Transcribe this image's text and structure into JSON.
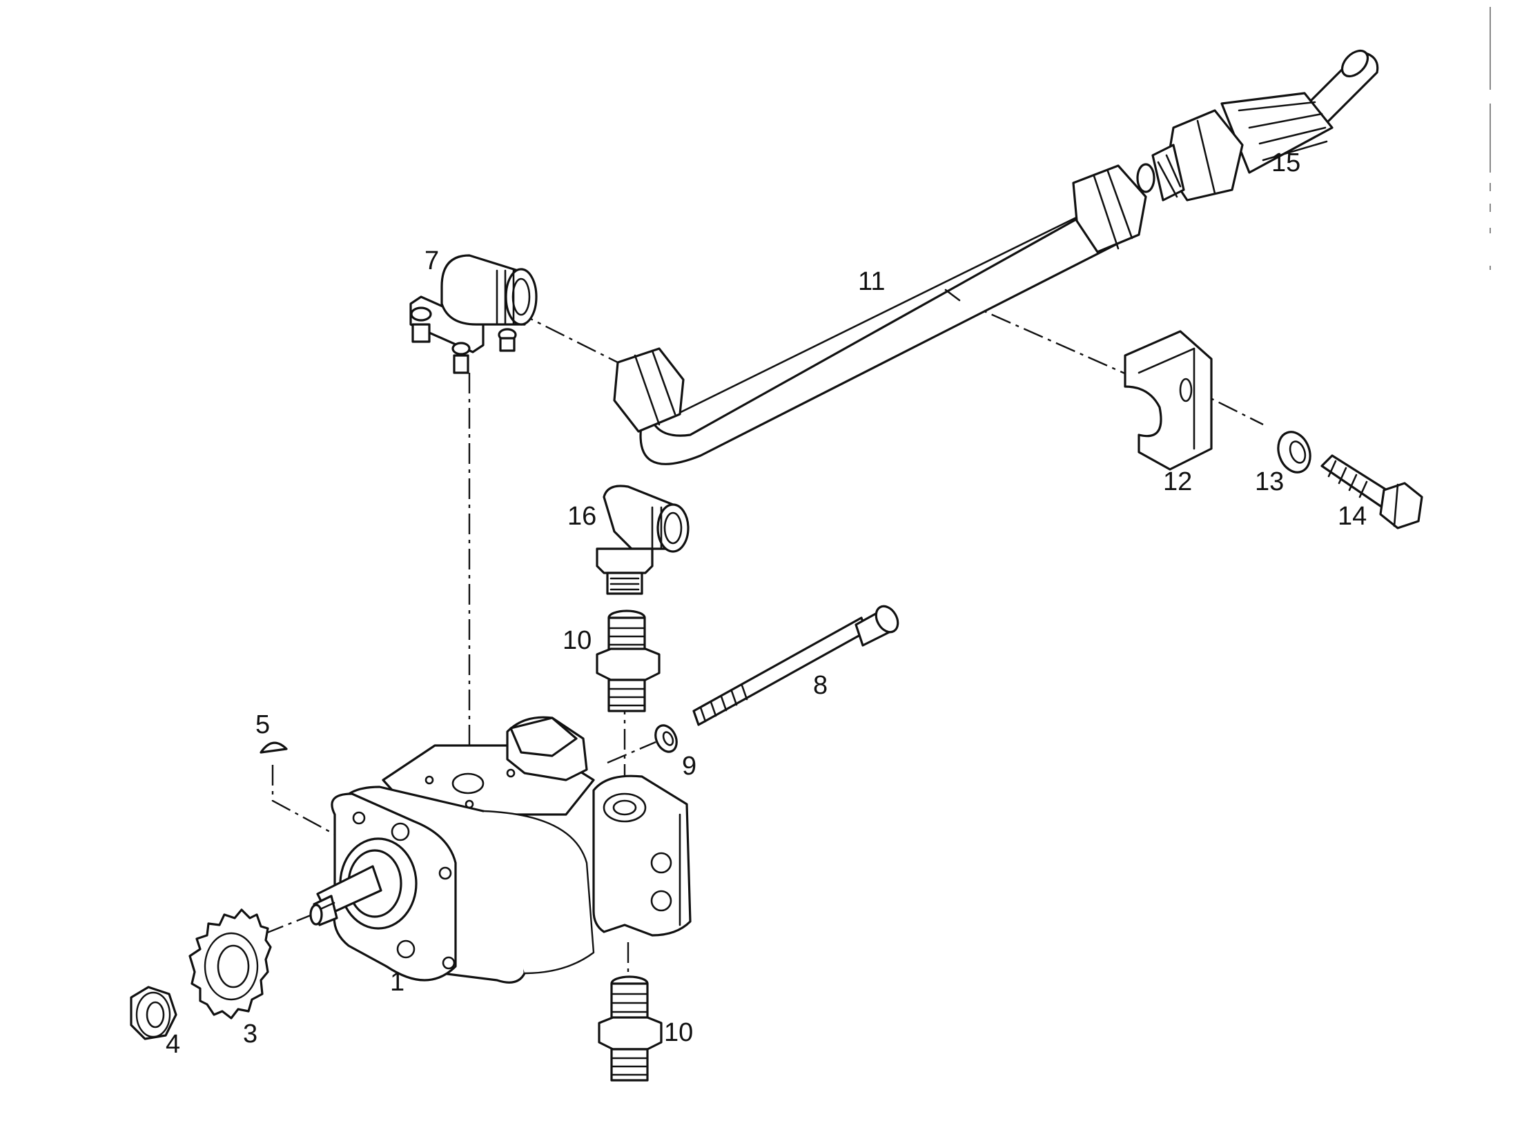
{
  "colors": {
    "ink": "#111111",
    "background": "#ffffff"
  },
  "callouts": [
    {
      "id": "1",
      "text": "1"
    },
    {
      "id": "3",
      "text": "3"
    },
    {
      "id": "4",
      "text": "4"
    },
    {
      "id": "5",
      "text": "5"
    },
    {
      "id": "7",
      "text": "7"
    },
    {
      "id": "8",
      "text": "8"
    },
    {
      "id": "9",
      "text": "9"
    },
    {
      "id": "10a",
      "text": "10"
    },
    {
      "id": "10b",
      "text": "10"
    },
    {
      "id": "11",
      "text": "11"
    },
    {
      "id": "12",
      "text": "12"
    },
    {
      "id": "13",
      "text": "13"
    },
    {
      "id": "14",
      "text": "14"
    },
    {
      "id": "15",
      "text": "15"
    },
    {
      "id": "16",
      "text": "16"
    }
  ]
}
